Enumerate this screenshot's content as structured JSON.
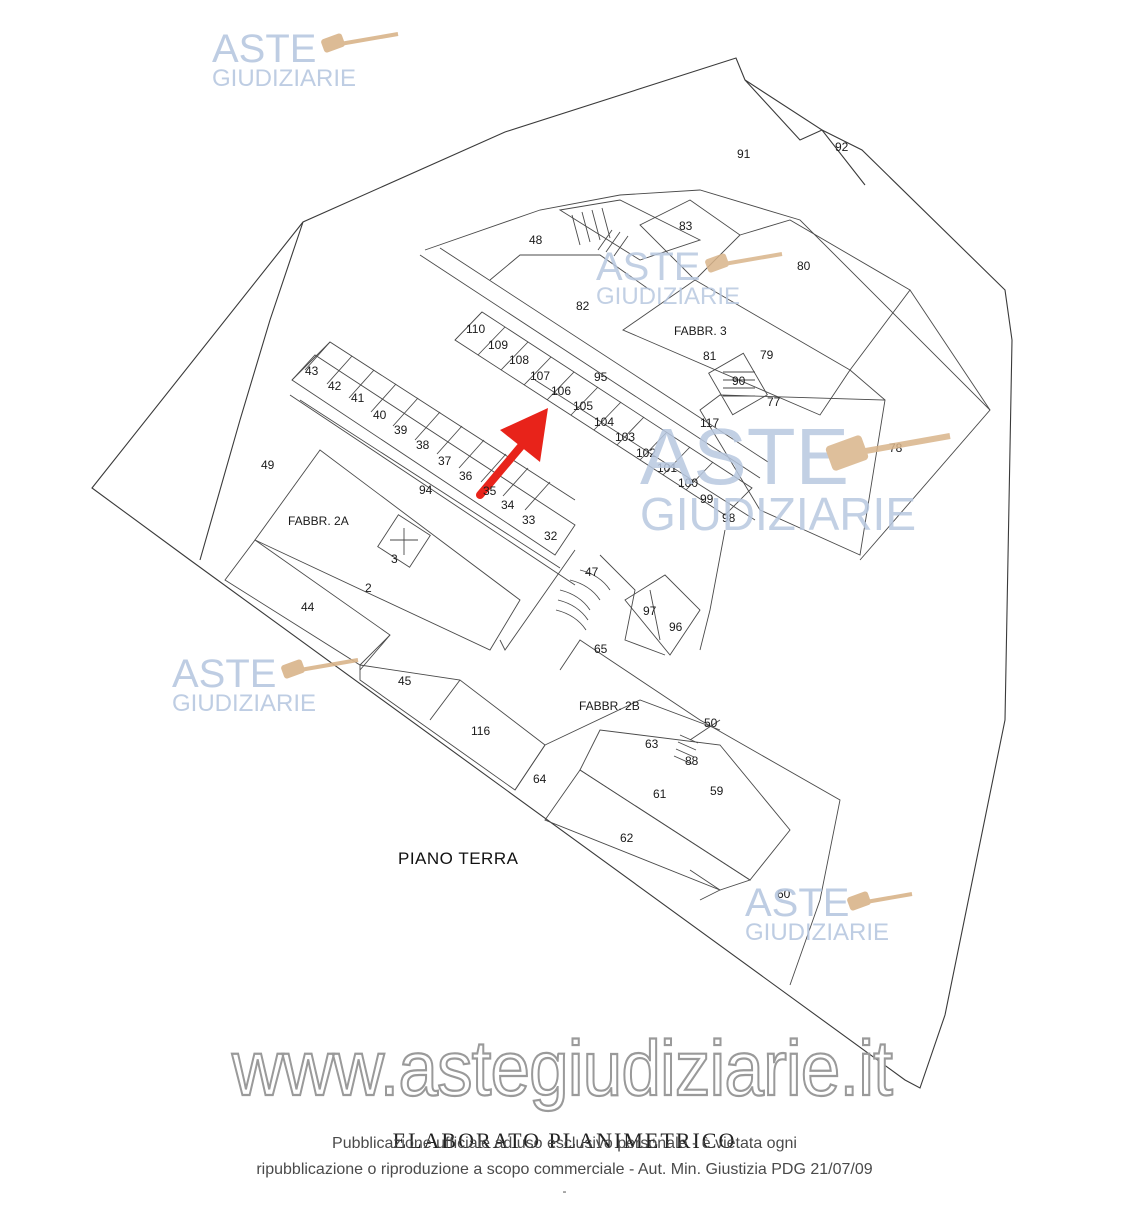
{
  "floor_title": "PIANO TERRA",
  "document_title": "ELABORATO PLANIMETRICO",
  "buildings": {
    "fabbr_3": "FABBR. 3",
    "fabbr_2a": "FABBR. 2A",
    "fabbr_2b": "FABBR. 2B"
  },
  "units": {
    "u91": "91",
    "u92": "92",
    "u48": "48",
    "u83": "83",
    "u80": "80",
    "u82": "82",
    "u110": "110",
    "u109": "109",
    "u108": "108",
    "u107": "107",
    "u106": "106",
    "u95": "95",
    "u105": "105",
    "u104": "104",
    "u103": "103",
    "u102": "102",
    "u101": "101",
    "u100": "100",
    "u99": "99",
    "u98": "98",
    "u81": "81",
    "u79": "79",
    "u90": "90",
    "u77": "77",
    "u117": "117",
    "u78": "78",
    "u43": "43",
    "u42": "42",
    "u41": "41",
    "u40": "40",
    "u39": "39",
    "u38": "38",
    "u37": "37",
    "u36": "36",
    "u35": "35",
    "u34": "34",
    "u33": "33",
    "u32": "32",
    "u49": "49",
    "u94": "94",
    "u3": "3",
    "u2": "2",
    "u44": "44",
    "u47": "47",
    "u97": "97",
    "u96": "96",
    "u65": "65",
    "u45": "45",
    "u116": "116",
    "u50": "50",
    "u63": "63",
    "u88": "88",
    "u64": "64",
    "u61": "61",
    "u59": "59",
    "u62": "62",
    "u60": "60"
  },
  "watermark": {
    "brand_top": "ASTE",
    "brand_bottom": "GIUDIZIARIE",
    "url": "www.astegiudiziarie.it"
  },
  "footer": {
    "line1": "Pubblicazione ufficiale ad uso esclusivo personale - è vietata ogni",
    "line2": "ripubblicazione o riproduzione a scopo commerciale - Aut. Min. Giustizia PDG 21/07/09",
    "line3": "-"
  },
  "colors": {
    "arrow": "#e8231a",
    "watermark_text": "#b8c8e0",
    "gavel": "#d9b48a",
    "lines": "#3a3a3a"
  }
}
